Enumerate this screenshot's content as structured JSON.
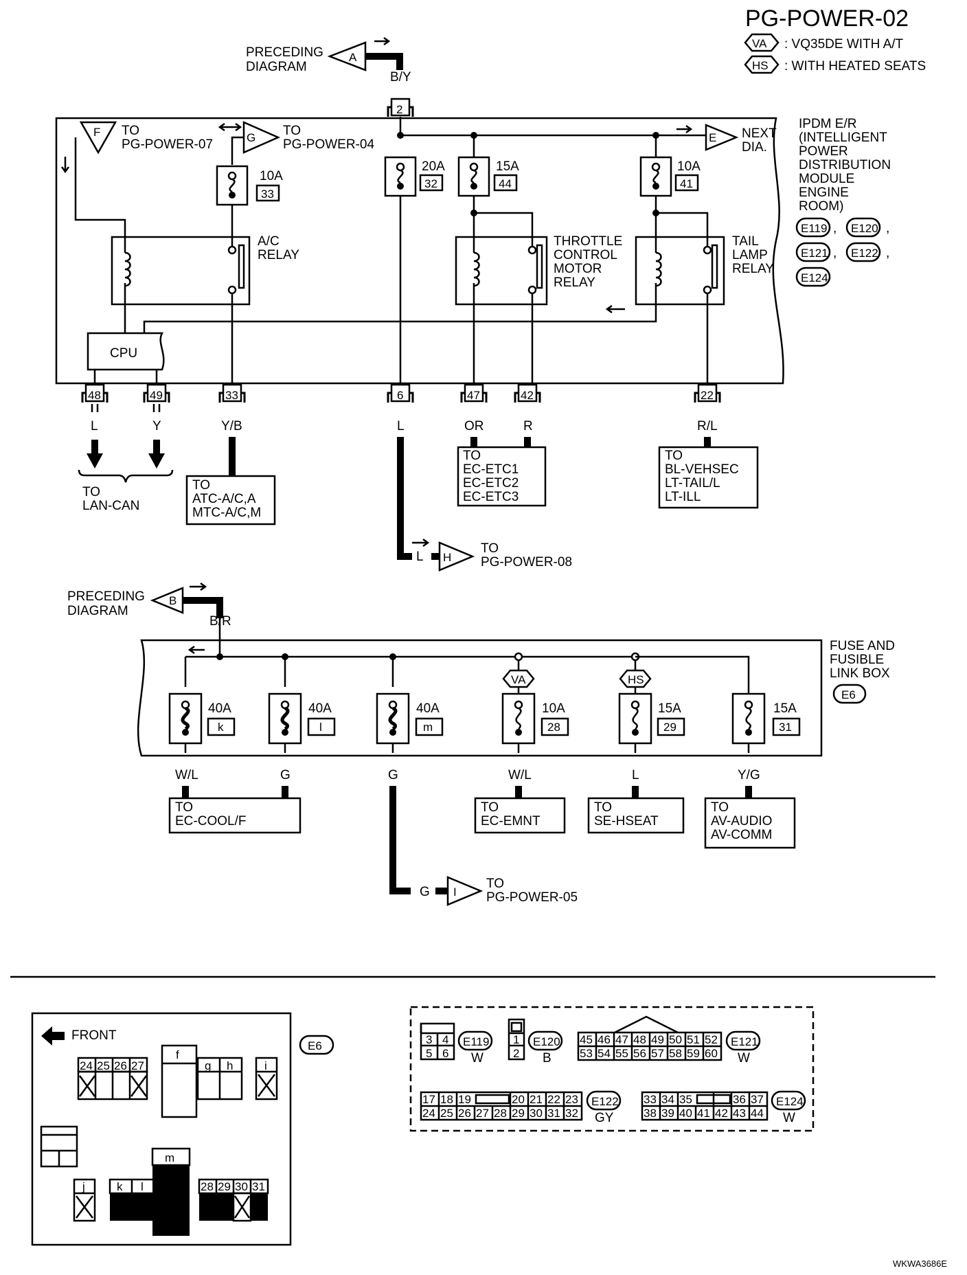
{
  "title": "PG-POWER-02",
  "legend": [
    {
      "code": "VA",
      "text": ": VQ35DE WITH A/T"
    },
    {
      "code": "HS",
      "text": ": WITH HEATED SEATS"
    }
  ],
  "ipdm": {
    "preceding": {
      "line1": "PRECEDING",
      "line2": "DIAGRAM",
      "connector": "A",
      "wire": "B/Y",
      "terminal": "2"
    },
    "name_lines": [
      "IPDM E/R",
      "(INTELLIGENT",
      "POWER",
      "DISTRIBUTION",
      "MODULE",
      "ENGINE",
      "ROOM)"
    ],
    "connectors": [
      "E119",
      "E120",
      "E121",
      "E122",
      "E124"
    ],
    "top_refs": [
      {
        "connector": "F",
        "line1": "TO",
        "line2": "PG-POWER-07"
      },
      {
        "connector": "G",
        "line1": "TO",
        "line2": "PG-POWER-04"
      },
      {
        "connector": "E",
        "line1": "NEXT",
        "line2": "DIA."
      }
    ],
    "fuses": [
      {
        "amp": "10A",
        "num": "33"
      },
      {
        "amp": "20A",
        "num": "32"
      },
      {
        "amp": "15A",
        "num": "44"
      },
      {
        "amp": "10A",
        "num": "41"
      }
    ],
    "relays": {
      "ac": [
        "A/C",
        "RELAY"
      ],
      "throttle": [
        "THROTTLE",
        "CONTROL",
        "MOTOR",
        "RELAY"
      ],
      "tail": [
        "TAIL",
        "LAMP",
        "RELAY"
      ]
    },
    "cpu": "CPU",
    "terminals": [
      "48",
      "49",
      "33",
      "6",
      "47",
      "42",
      "22"
    ],
    "wires": [
      "L",
      "Y",
      "Y/B",
      "L",
      "OR",
      "R",
      "R/L"
    ],
    "dest_lancan": [
      "TO",
      "LAN-CAN"
    ],
    "dest_atc": [
      "TO",
      "ATC-A/C,A",
      "MTC-A/C,M"
    ],
    "dest_ec": [
      "TO",
      "EC-ETC1",
      "EC-ETC2",
      "EC-ETC3"
    ],
    "dest_bl": [
      "TO",
      "BL-VEHSEC",
      "LT-TAIL/L",
      "LT-ILL"
    ],
    "out_h": {
      "wire": "L",
      "connector": "H",
      "line1": "TO",
      "line2": "PG-POWER-08"
    }
  },
  "fuse_box": {
    "preceding": {
      "line1": "PRECEDING",
      "line2": "DIAGRAM",
      "connector": "B",
      "wire": "B/R"
    },
    "name_lines": [
      "FUSE AND",
      "FUSIBLE",
      "LINK BOX"
    ],
    "connector": "E6",
    "fuses": [
      {
        "amp": "40A",
        "id": "k",
        "wire": "W/L"
      },
      {
        "amp": "40A",
        "id": "l",
        "wire": "G"
      },
      {
        "amp": "40A",
        "id": "m",
        "wire": "G"
      },
      {
        "amp": "10A",
        "id": "28",
        "wire": "W/L",
        "tag": "VA"
      },
      {
        "amp": "15A",
        "id": "29",
        "wire": "L",
        "tag": "HS"
      },
      {
        "amp": "15A",
        "id": "31",
        "wire": "Y/G"
      }
    ],
    "dest_cool": [
      "TO",
      "EC-COOL/F"
    ],
    "dest_emnt": [
      "TO",
      "EC-EMNT"
    ],
    "dest_hseat": [
      "TO",
      "SE-HSEAT"
    ],
    "dest_av": [
      "TO",
      "AV-AUDIO",
      "AV-COMM"
    ],
    "out_i": {
      "wire": "G",
      "connector": "I",
      "line1": "TO",
      "line2": "PG-POWER-05"
    }
  },
  "layout_view": {
    "front": "FRONT",
    "connector": "E6",
    "row1": [
      "24",
      "25",
      "26",
      "27"
    ],
    "block_labels": [
      "f",
      "g",
      "h",
      "i",
      "j",
      "k",
      "l",
      "m"
    ],
    "row2": [
      "28",
      "29",
      "30",
      "31"
    ]
  },
  "pinouts": {
    "e119": {
      "id": "E119",
      "color": "W",
      "pins": [
        "3",
        "4",
        "5",
        "6"
      ]
    },
    "e120": {
      "id": "E120",
      "color": "B",
      "pins": [
        "1",
        "2"
      ]
    },
    "e121": {
      "id": "E121",
      "color": "W",
      "top": [
        "45",
        "46",
        "47",
        "48",
        "49",
        "50",
        "51",
        "52"
      ],
      "bottom": [
        "53",
        "54",
        "55",
        "56",
        "57",
        "58",
        "59",
        "60"
      ]
    },
    "e122": {
      "id": "E122",
      "color": "GY",
      "top": [
        "17",
        "18",
        "19",
        "20",
        "21",
        "22",
        "23"
      ],
      "bottom": [
        "24",
        "25",
        "26",
        "27",
        "28",
        "29",
        "30",
        "31",
        "32"
      ]
    },
    "e124": {
      "id": "E124",
      "color": "W",
      "top": [
        "33",
        "34",
        "35",
        "36",
        "37"
      ],
      "bottom": [
        "38",
        "39",
        "40",
        "41",
        "42",
        "43",
        "44"
      ]
    }
  },
  "code": "WKWA3686E"
}
